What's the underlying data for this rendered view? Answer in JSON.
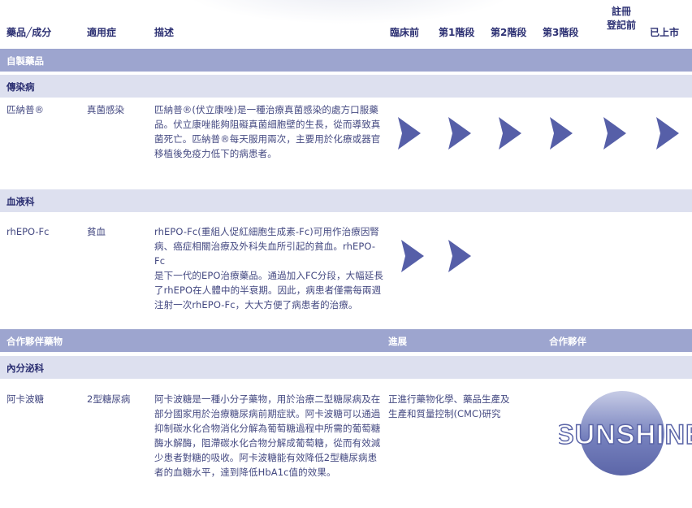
{
  "header": {
    "drug": "藥品╱成分",
    "indication": "適用症",
    "description": "描述",
    "stages": [
      "臨床前",
      "第1階段",
      "第2階段",
      "第3階段"
    ],
    "registration_line1": "註冊",
    "registration_line2": "登記前",
    "marketed": "已上市"
  },
  "section_in_house": "自製藥品",
  "categories": {
    "infection": "傳染病",
    "hematology": "血液科",
    "endocrine": "內分泌科"
  },
  "drugs": [
    {
      "name": "匹納普®",
      "indication": "真菌感染",
      "description_lines": [
        "匹納普®(伏立康唑)是一種治療真菌感染的處方口服藥",
        "品。伏立康唑能夠阻礙真菌細胞壁的生長，從而導致真",
        "菌死亡。匹納普®每天服用兩次，主要用於化療或器官",
        "移植後免疫力低下的病患者。"
      ],
      "stages_completed": 6
    },
    {
      "name": "rhEPO-Fc",
      "indication": "貧血",
      "description_lines": [
        "rhEPO-Fc(重組人促紅細胞生成素-Fc)可用作治療因腎",
        "病、癌症相關治療及外科失血所引起的貧血。rhEPO-Fc",
        "是下一代的EPO治療藥品。通過加入FC分段，大幅延長",
        "了rhEPO在人體中的半衰期。因此，病患者僅需每兩週",
        "注射一次rhEPO-Fc，大大方便了病患者的治療。"
      ],
      "stages_completed": 2
    }
  ],
  "partner_section": {
    "title": "合作夥伴藥物",
    "progress_label": "進展",
    "partner_label": "合作夥伴"
  },
  "partner_drug": {
    "name": "阿卡波糖",
    "indication": "2型糖尿病",
    "description_lines": [
      "阿卡波糖是一種小分子藥物，用於治療二型糖尿病及在",
      "部分國家用於治療糖尿病前期症狀。阿卡波糖可以通過",
      "抑制碳水化合物消化分解為葡萄糖過程中所需的葡萄糖",
      "酶水解酶，阻滯碳水化合物分解成葡萄糖，從而有效減",
      "少患者對糖的吸收。阿卡波糖能有效降低2型糖尿病患",
      "者的血糖水平，達到降低HbA1c值的效果。"
    ],
    "progress_lines": [
      "正進行藥物化學、藥品生產及",
      "生產和質量控制(CMC)研究"
    ],
    "partner_logo_text": "SUNSHINE"
  },
  "colors": {
    "bar_dark": "#9da5cf",
    "bar_light": "#dde0ef",
    "arrow": "#565fa8",
    "text": "#454a82",
    "heading": "#2b2f72"
  },
  "icons": {
    "stage_arrow": "chevron-right-icon"
  }
}
